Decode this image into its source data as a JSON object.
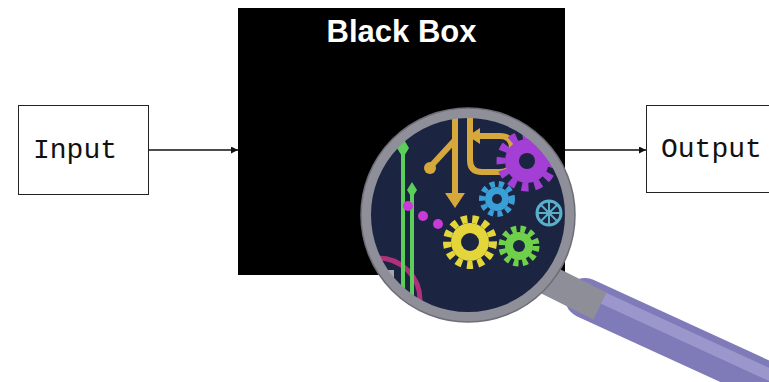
{
  "diagram": {
    "nodes": [
      {
        "text": [
          "Input"
        ]
      },
      {
        "text": [
          "Black Box"
        ]
      },
      {
        "text": [
          "Output"
        ]
      }
    ],
    "edges": [
      {
        "from": 0,
        "to": 1,
        "arrow": "to"
      },
      {
        "from": 1,
        "to": 2,
        "arrow": "to"
      }
    ]
  }
}
